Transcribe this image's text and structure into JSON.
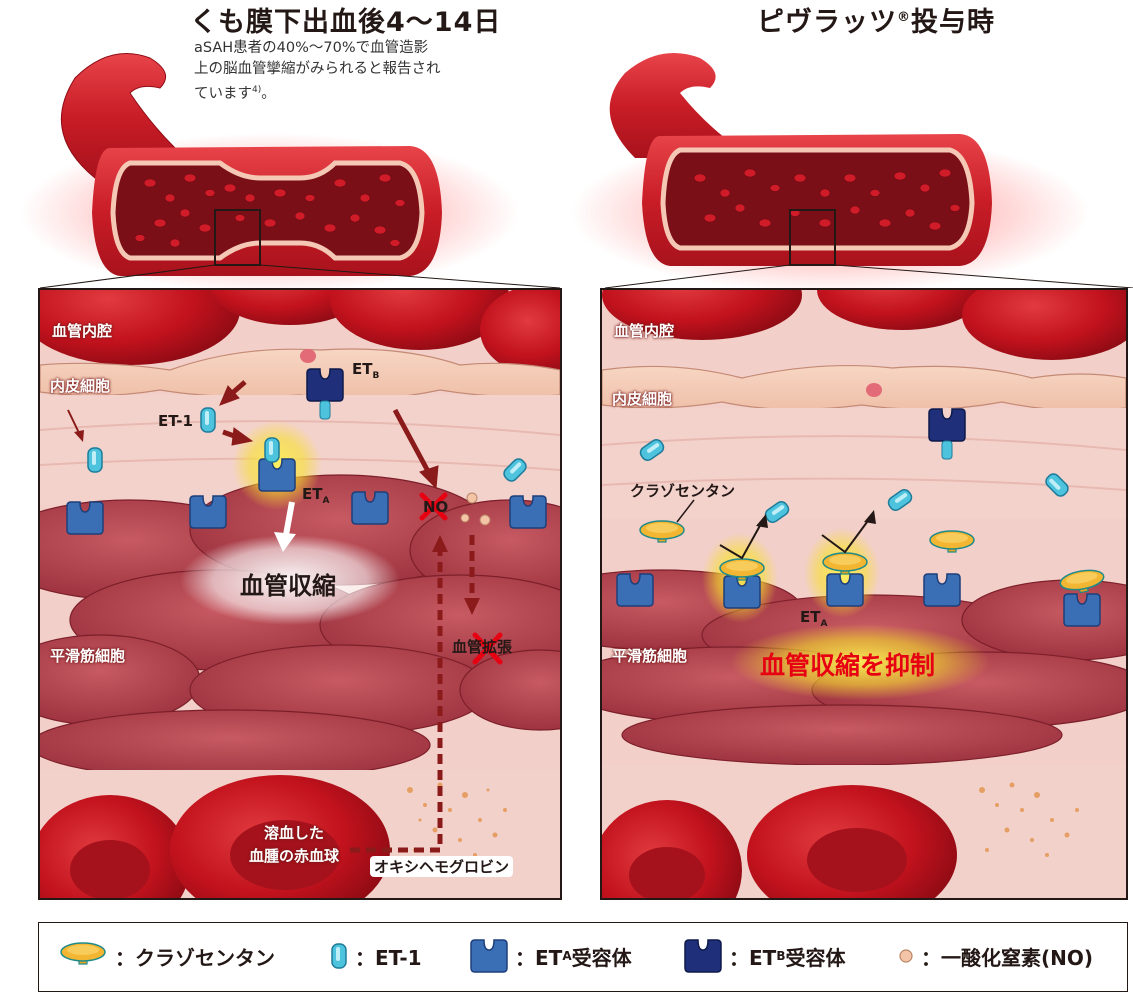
{
  "left": {
    "title": "くも膜下出血後4〜14日",
    "intro_line1": "aSAH患者の40%〜70%で血管造影",
    "intro_line2": "上の脳血管攣縮がみられると報告され",
    "intro_line3": "ています",
    "intro_ref": "4)",
    "intro_end": "。",
    "labels": {
      "lumen": "血管内腔",
      "endothelial": "内皮細胞",
      "smooth_muscle": "平滑筋細胞",
      "et1": "ET-1",
      "etb": "ET",
      "etb_sub": "B",
      "eta": "ET",
      "eta_sub": "A",
      "no": "NO",
      "constriction": "血管収縮",
      "dilation": "血管拡張",
      "hemolyzed_1": "溶血した",
      "hemolyzed_2": "血腫の赤血球",
      "oxyhemoglobin": "オキシヘモグロビン"
    }
  },
  "right": {
    "title": "ピヴラッツ",
    "title_mark": "®",
    "title_end": "投与時",
    "labels": {
      "lumen": "血管内腔",
      "endothelial": "内皮細胞",
      "smooth_muscle": "平滑筋細胞",
      "clazosentan": "クラゾセンタン",
      "eta": "ET",
      "eta_sub": "A",
      "inhibit": "血管収縮を抑制"
    }
  },
  "legend": {
    "clazosentan": "：クラゾセンタン",
    "et1": "：ET-1",
    "eta_prefix": "：ET",
    "eta_sub": "A",
    "eta_suffix": "受容体",
    "etb_prefix": "：ET",
    "etb_sub": "B",
    "etb_suffix": "受容体",
    "no": "：一酸化窒素(NO)"
  },
  "colors": {
    "vessel_red": "#d2232a",
    "rbc": "#c8102e",
    "receptor_a": "#3a6fb5",
    "receptor_b": "#1f2f7a",
    "et1": "#4ec3dd",
    "clazosentan": "#f2b632",
    "arrow_dark": "#8b1a1a",
    "inhibit_text": "#e60012"
  }
}
